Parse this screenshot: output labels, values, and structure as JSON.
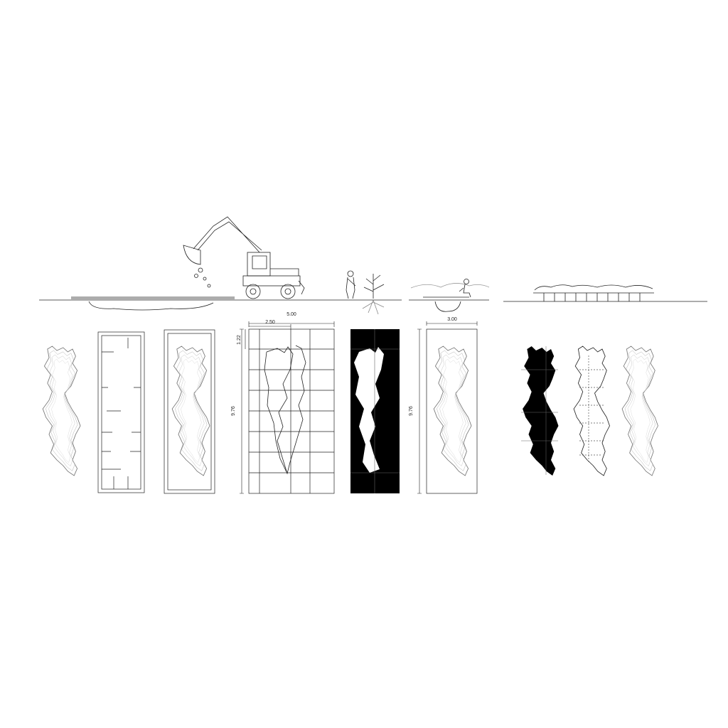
{
  "dimensions": {
    "grid_width": "5.00",
    "half_width": "2.50",
    "module_height": "1.22",
    "grid_height": "9.76",
    "panel_height": "9.76",
    "panel_width": "3.00"
  },
  "colors": {
    "line": "#222222",
    "fill_black": "#000000",
    "contour": "#9a9a9a"
  }
}
